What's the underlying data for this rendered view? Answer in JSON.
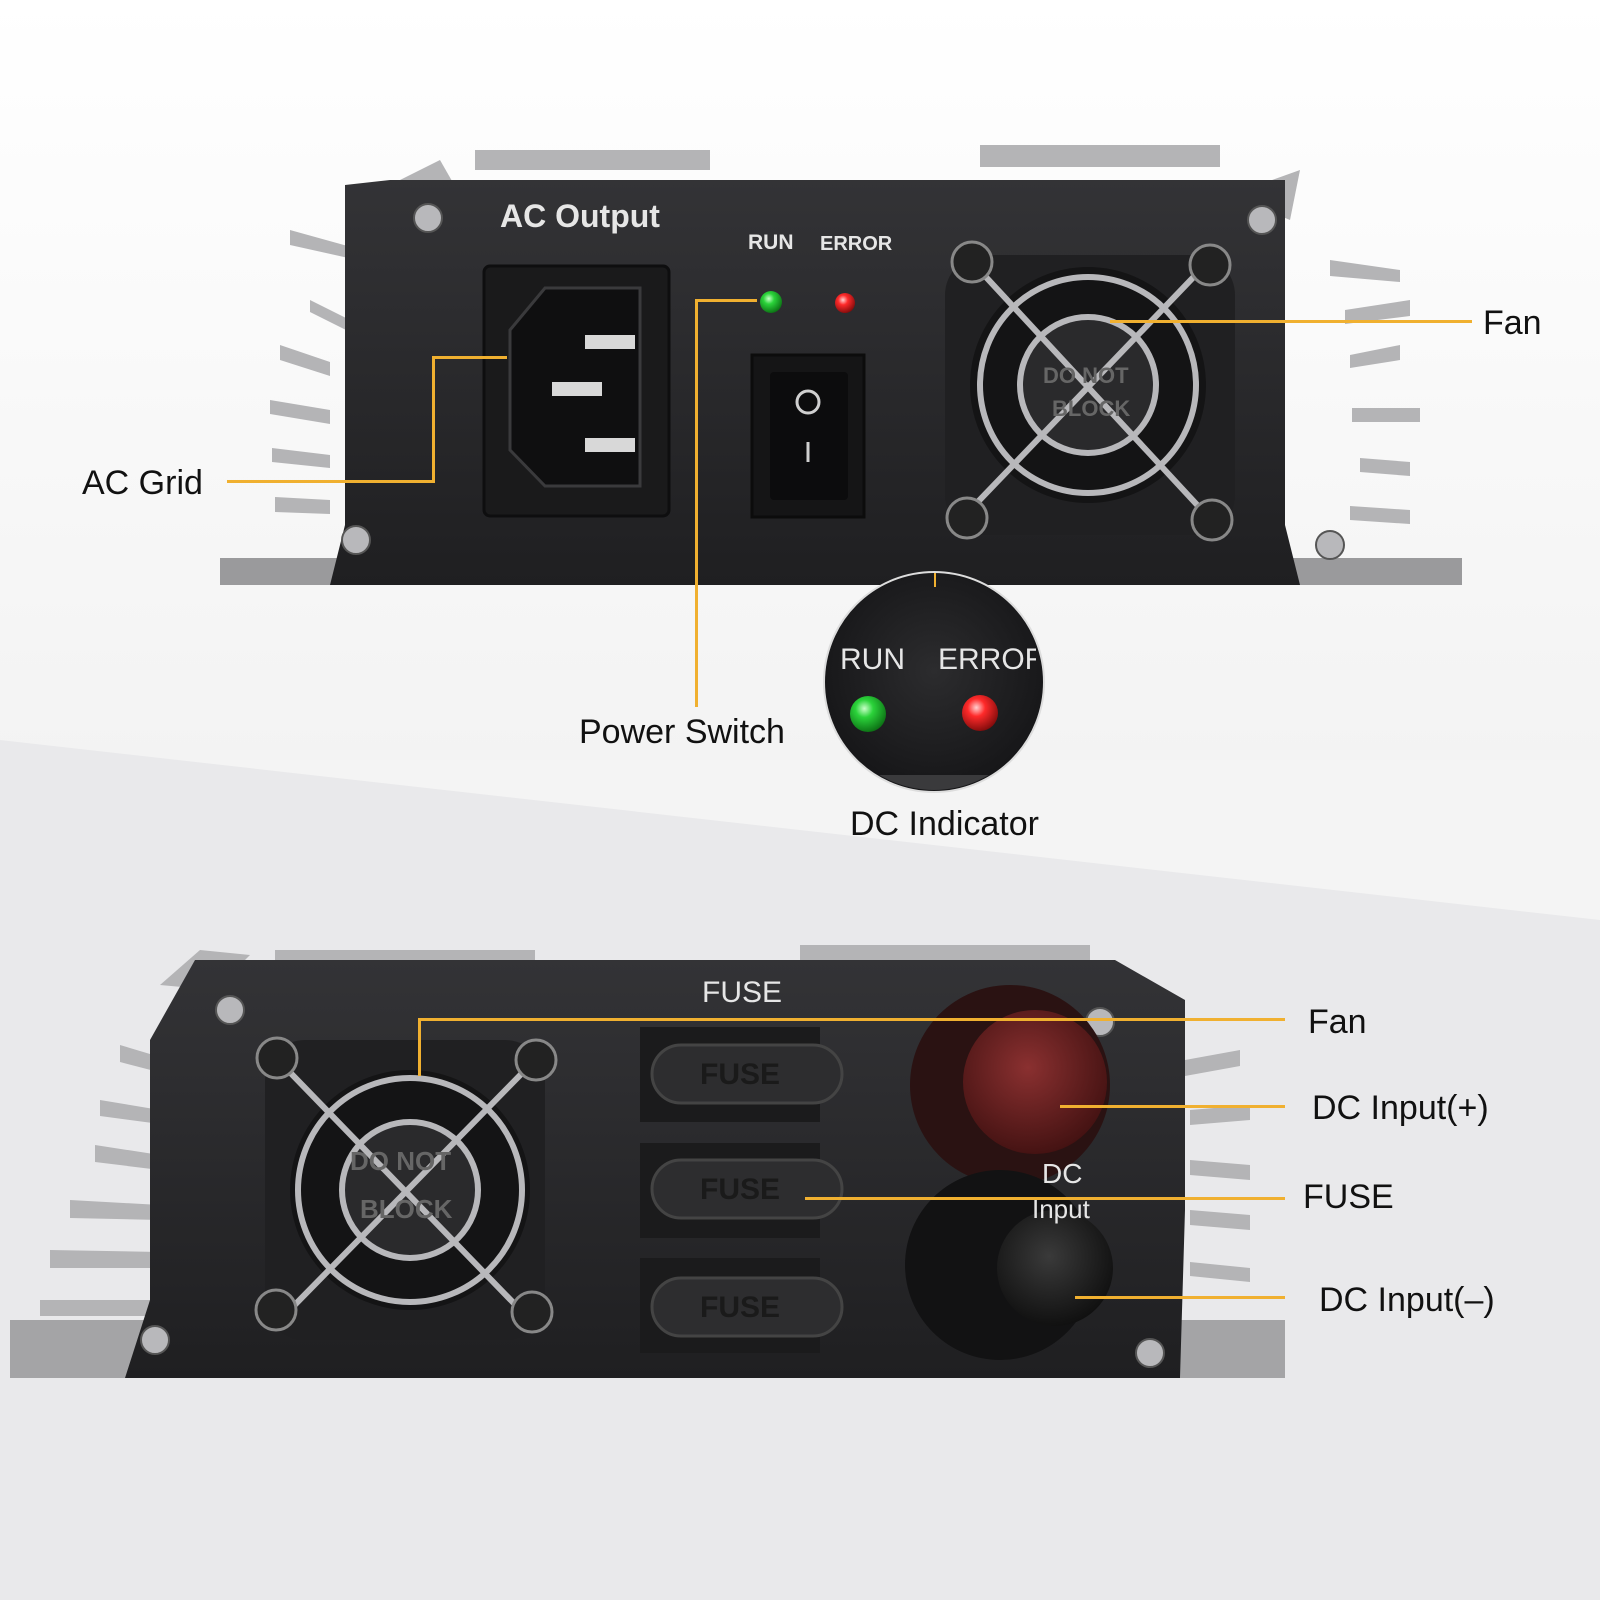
{
  "top_panel": {
    "ac_output_label": "AC Output",
    "run_label": "RUN",
    "error_label": "ERROR",
    "fan_guard_text_line1": "DO NOT",
    "fan_guard_text_line2": "BLOCK"
  },
  "inset": {
    "run_label": "RUN",
    "error_label": "ERROR"
  },
  "bottom_panel": {
    "fuse_label": "FUSE",
    "dc_input_label_line1": "DC",
    "dc_input_label_line2": "Input",
    "fuse_cap_text": "FUSE",
    "fan_guard_text_line1": "DO NOT",
    "fan_guard_text_line2": "BLOCK"
  },
  "callouts": {
    "fan_top": "Fan",
    "ac_grid": "AC Grid",
    "power_switch": "Power Switch",
    "dc_indicator": "DC Indicator",
    "fan_bottom": "Fan",
    "dc_input_plus": "DC Input(+)",
    "fuse": "FUSE",
    "dc_input_minus": "DC Input(–)"
  },
  "colors": {
    "callout_line": "#f0b030",
    "panel": "#2a2a2c",
    "heatsink": "#a9a9ab",
    "led_run": "#2bd33a",
    "led_error": "#ff2a2a",
    "dc_plus_knob": "#6a1f1f"
  }
}
